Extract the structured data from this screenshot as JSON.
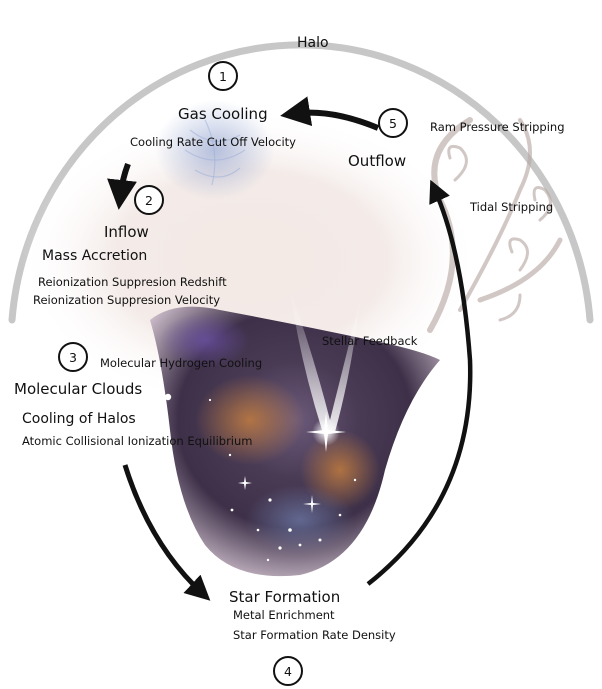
{
  "labels": {
    "halo": "Halo",
    "gas_cooling": "Gas Cooling",
    "cooling_rate": "Cooling Rate Cut Off Velocity",
    "inflow": "Inflow",
    "mass_accretion": "Mass Accretion",
    "reion_redshift": "Reionization Suppresion Redshift",
    "reion_velocity": "Reionization Suppresion Velocity",
    "molecular_h2": "Molecular Hydrogen Cooling",
    "molecular_clouds": "Molecular Clouds",
    "cooling_halos": "Cooling of Halos",
    "atomic_cie": "Atomic Collisional Ionization Equilibrium",
    "stellar_feedback": "Stellar Feedback",
    "outflow": "Outflow",
    "ram_pressure": "Ram Pressure Stripping",
    "tidal": "Tidal Stripping",
    "star_formation": "Star Formation",
    "metal": "Metal Enrichment",
    "sfr_density": "Star Formation Rate Density"
  },
  "steps": [
    "1",
    "2",
    "3",
    "4",
    "5"
  ]
}
